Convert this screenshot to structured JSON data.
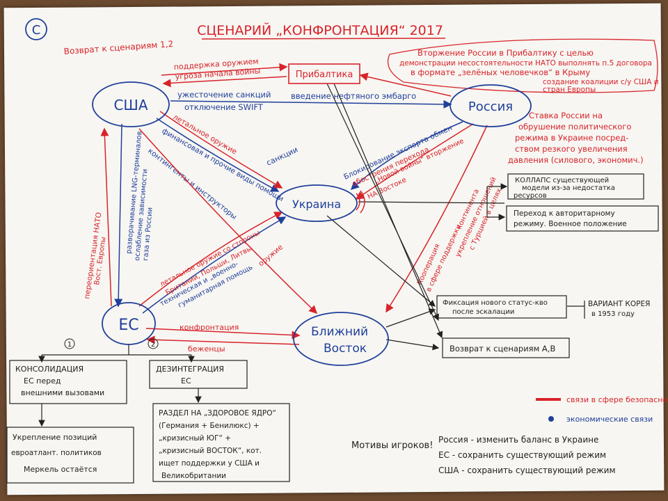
{
  "scenario_badge": "С",
  "title": "СЦЕНАРИЙ „КОНФРОНТАЦИЯ“ 2017",
  "nodes": {
    "usa": "США",
    "russia": "Россия",
    "baltics": "Прибалтика",
    "ukraine": "Украина",
    "eu": "ЕС",
    "middle_east_1": "Ближний",
    "middle_east_2": "Восток"
  },
  "notes": {
    "return_12": "Возврат к сценариям 1,2",
    "invasion": [
      "Вторжение России в Прибалтику с целью",
      "демонстрации несостоятельности НАТО выполнять п.5 договора",
      "в формате „зелёных человечков“ в Крыму",
      "создание коалиции с/у США и",
      "стран Европы"
    ],
    "bet_russia": [
      "Ставка России на",
      "обрушение политического",
      "режима в Украине посред-",
      "ством резкого увеличения",
      "давления (силового, экономич.)"
    ]
  },
  "edge_labels": {
    "usa_baltics_1": "поддержка оружием",
    "usa_baltics_2": "угроза начала войны",
    "usa_russia_1": "ужесточение санкций",
    "usa_russia_2": "введение нефтяного эмбарго",
    "usa_russia_3": "отключение SWIFT",
    "russia_ukraine_1": "Блокирование экспорта обмен",
    "russia_ukraine_2": "обострения перехода",
    "russia_ukraine_3": "НА Востоке",
    "russia_ukraine_4": "„Новой войны“ вторжение",
    "sanctions": "санкции",
    "lethal_weapons": "летальное оружие",
    "financial_aid": "финансовая и прочие виды помощи",
    "contingent": "контингенты и инструкторы",
    "usa_eu_1": "разворачивание LNG-терминалов",
    "usa_eu_2": "ослабление зависимости",
    "usa_eu_3": "газа из России",
    "eu_usa_nato": "переориентация НАТО",
    "eu_usa_nato_2": "Вост. Европы",
    "eu_ukraine_1": "летальное оружие со стороны",
    "eu_ukraine_2": "Британии, Польши, Литвы",
    "eu_ukraine_3": "техническая и „военно-",
    "eu_ukraine_4": "гуманитарная помощь",
    "weapons_me": "оружие",
    "eu_me_1": "конфронтация",
    "eu_me_2": "беженцы",
    "russia_me": [
      "Кооперация",
      "в сфере поддержки",
      "континента",
      "укрепление отношений",
      "с Турцией в целях"
    ]
  },
  "boxes": {
    "collapse": [
      "КОЛЛАПС существующей",
      "модели из-за недостатка",
      "ресурсов"
    ],
    "authoritarian": [
      "Переход к авторитарному",
      "режиму. Военное положение"
    ],
    "status_quo": [
      "Фиксация нового статус-кво",
      "после эскалации"
    ],
    "korea": [
      "ВАРИАНТ КОРЕЯ",
      "в 1953 году"
    ],
    "return_ab": "Возврат к сценариям А,В",
    "consolidation": [
      "КОНСОЛИДАЦИЯ",
      "ЕС перед",
      "внешними вызовами"
    ],
    "disintegration": [
      "ДЕЗИНТЕГРАЦИЯ",
      "ЕС"
    ],
    "strengthen": [
      "Укрепление позиций",
      "евроатлант. политиков",
      "Меркель остаётся"
    ],
    "split": [
      "РАЗДЕЛ НА „ЗДОРОВОЕ ЯДРО“",
      "(Германия + Бенилюкс) +",
      "„кризисный ЮГ“ +",
      "„кризисный ВОСТОК“, кот.",
      "ищет поддержки у США и",
      "Великобритании"
    ]
  },
  "branch_marks": [
    "1",
    "2"
  ],
  "legend": {
    "security": "связи в сфере безопасности",
    "economic": "экономические связи",
    "security_color": "#d8232a",
    "economic_color": "#1f3f9a"
  },
  "motives": {
    "heading": "Мотивы игроков!",
    "russia": "Россия - изменить баланс в Украине",
    "eu": "ЕС - сохранить существующий режим",
    "usa": "США - сохранить существующий режим"
  }
}
